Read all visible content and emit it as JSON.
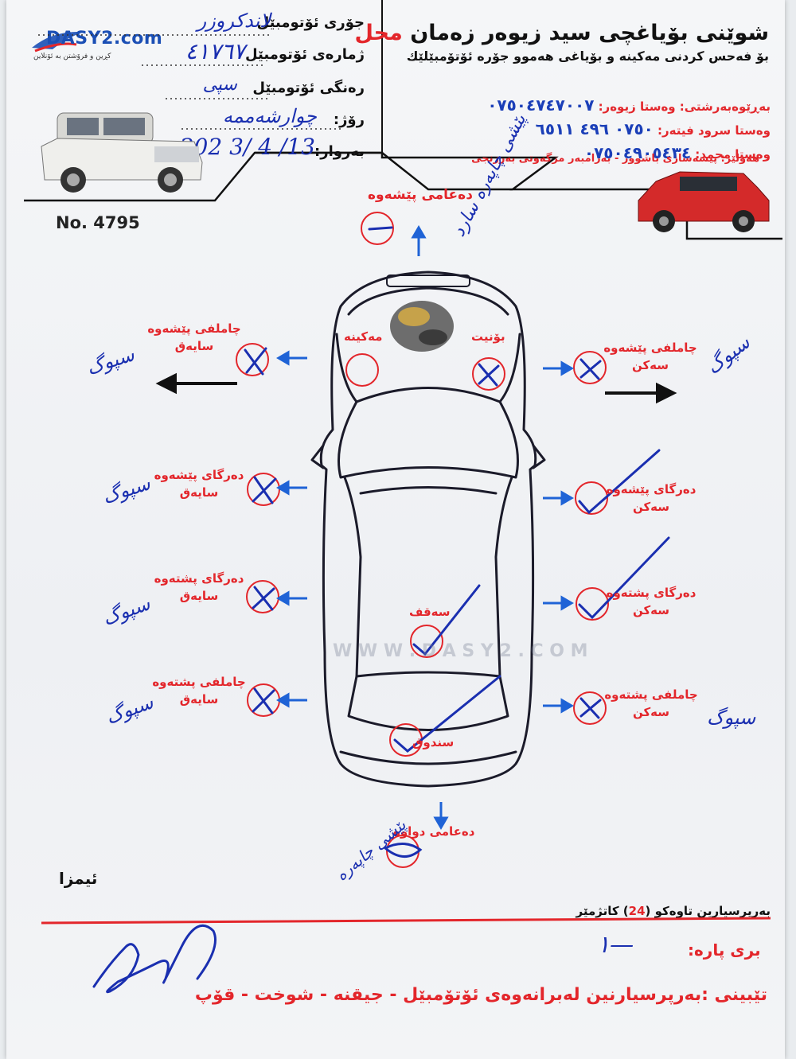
{
  "logo": {
    "name": "DASY2.com",
    "tagline": "کڕین و فرۆشتن بە ئۆنلاین",
    "watermark": "W W W . D A S Y 2 . C O M"
  },
  "shop": {
    "title_red": "محل",
    "title_main": "شوێنی  بۆیاغچی سید زیوەر زەمان",
    "subtitle": "بۆ فەحس کردنی مەکینە و بۆیاغی هەموو جۆرە ئۆتۆمبێلێك",
    "contacts": [
      {
        "role": "بەڕێوەبەر",
        "name": "وەستا زیوەر:",
        "prefix": "بەڕێوەبەرشتی:",
        "phone": "٠٧٥٠٤٧٤٧٠٠٧"
      },
      {
        "role": "",
        "name": "وەستا سرود فیتەر:",
        "prefix": "",
        "phone": "٠٧٥٠ ٤٩٦ ٦٥١١"
      },
      {
        "role": "",
        "name": "وەستا محمد:",
        "prefix": "",
        "phone": "٠٧٥٠٤٩٠٥٤٣٤"
      }
    ],
    "address": "هەولێر:  پیشەسازی باشوور - بەرامبەر مزگەوتی بەرزنجی"
  },
  "fields": {
    "car_type": {
      "label": "جۆری ئۆتومبێل",
      "value": "لاندکروزر"
    },
    "car_number": {
      "label": "ژمارەی ئۆتومبێل",
      "value": "٤١٧٦٧"
    },
    "car_color": {
      "label": "رەنگی ئۆتومبێل",
      "value": "سپی"
    },
    "day": {
      "label": "رۆژ:",
      "value": "چوارشەممە"
    },
    "date": {
      "label": "بەروار:",
      "value": "202 3/ 4 /13"
    }
  },
  "receipt_no": "No. 4795",
  "diagram": {
    "front_bumper": "دەعامی پێشەوە",
    "engine": "مەکینە",
    "bonnet": "بۆنیت",
    "roof": "سەقف",
    "trunk": "سندوق",
    "rear_bumper": "دەعامی دواوە",
    "left": [
      {
        "l1": "چاملفی پێشەوە",
        "l2": "سایەق",
        "mark": "x",
        "note": "سپوگ"
      },
      {
        "l1": "دەرگای پێشەوە",
        "l2": "سایەق",
        "mark": "x",
        "note": "سپوگ"
      },
      {
        "l1": "دەرگای پشتەوە",
        "l2": "سایەق",
        "mark": "x",
        "note": "سپوگ"
      },
      {
        "l1": "چاملفی پشتەوە",
        "l2": "سایەق",
        "mark": "x",
        "note": "سپوگ"
      }
    ],
    "right": [
      {
        "l1": "چاملفی پێشەوە",
        "l2": "سەکن",
        "mark": "x",
        "note": "سپوگ"
      },
      {
        "l1": "دەرگای پێشەوە",
        "l2": "سەکن",
        "mark": "check",
        "note": ""
      },
      {
        "l1": "دەرگای پشتەوە",
        "l2": "سەکن",
        "mark": "check",
        "note": ""
      },
      {
        "l1": "چاملفی پشتەوە",
        "l2": "سەکن",
        "mark": "x",
        "note": "سپوگ"
      }
    ],
    "handwritten": {
      "front_note": "پێشی چاپەرە سارد",
      "right_front_note": "سپوگ",
      "rear_note": "پێشی چاپەرە"
    }
  },
  "footer": {
    "signature_label": "ئیمزا",
    "responsibility_prefix": "بەرپرسیارین تاوەکو (",
    "hours": "24",
    "responsibility_suffix": ") کاتژمێر",
    "amount_label": "بری پارە:",
    "amount_value": "١—",
    "note": "تێبینی :بەرپرسیارنین لەبرانەوەی ئۆتۆمبێل - جیقنە - شوخت - قۆپ"
  },
  "colors": {
    "accent_red": "#e3262b",
    "ink_blue": "#1a2fb0",
    "arrow_blue": "#1f63d6"
  }
}
